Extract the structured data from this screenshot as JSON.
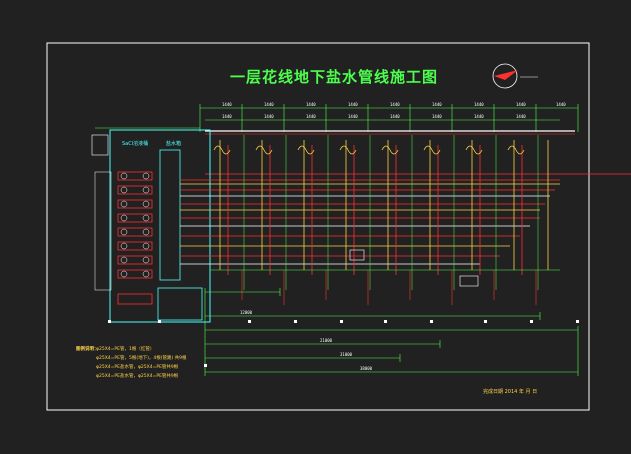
{
  "drawing": {
    "title": "一层花线地下盐水管线施工图",
    "left_box_label_1": "SaCl溶液桶",
    "left_box_label_2": "盐水箱",
    "legend_title": "图例说明：",
    "legend_lines": [
      "φ25X4=PE管，1根（红管）",
      "φ25X4=PE管，5根(地下)，4根(管路) 共9根",
      "φ25X4=PE盐水管，φ25X4=PE管共9根",
      "φ25X4=PE盐水管，φ25X4=PE管共9根"
    ],
    "date_text": "完成日期  2014  年  月  日",
    "top_dims": [
      "1440",
      "1440",
      "1440",
      "1440",
      "1440",
      "1440",
      "1440",
      "1440",
      "1440"
    ],
    "top_dims_2": [
      "1440",
      "1440",
      "1440",
      "1440",
      "1440",
      "1440",
      "1440",
      "1440"
    ],
    "bottom_dims": [
      "12000",
      "21000",
      "31000",
      "38000"
    ]
  },
  "colors": {
    "background": "#212121",
    "frame": "#ffffff",
    "title": "#4cff4c",
    "pipe_red": "#ff3030",
    "pipe_cyan": "#4cffff",
    "pipe_yellow": "#ffd24a",
    "dim_green": "#4cff4c"
  }
}
